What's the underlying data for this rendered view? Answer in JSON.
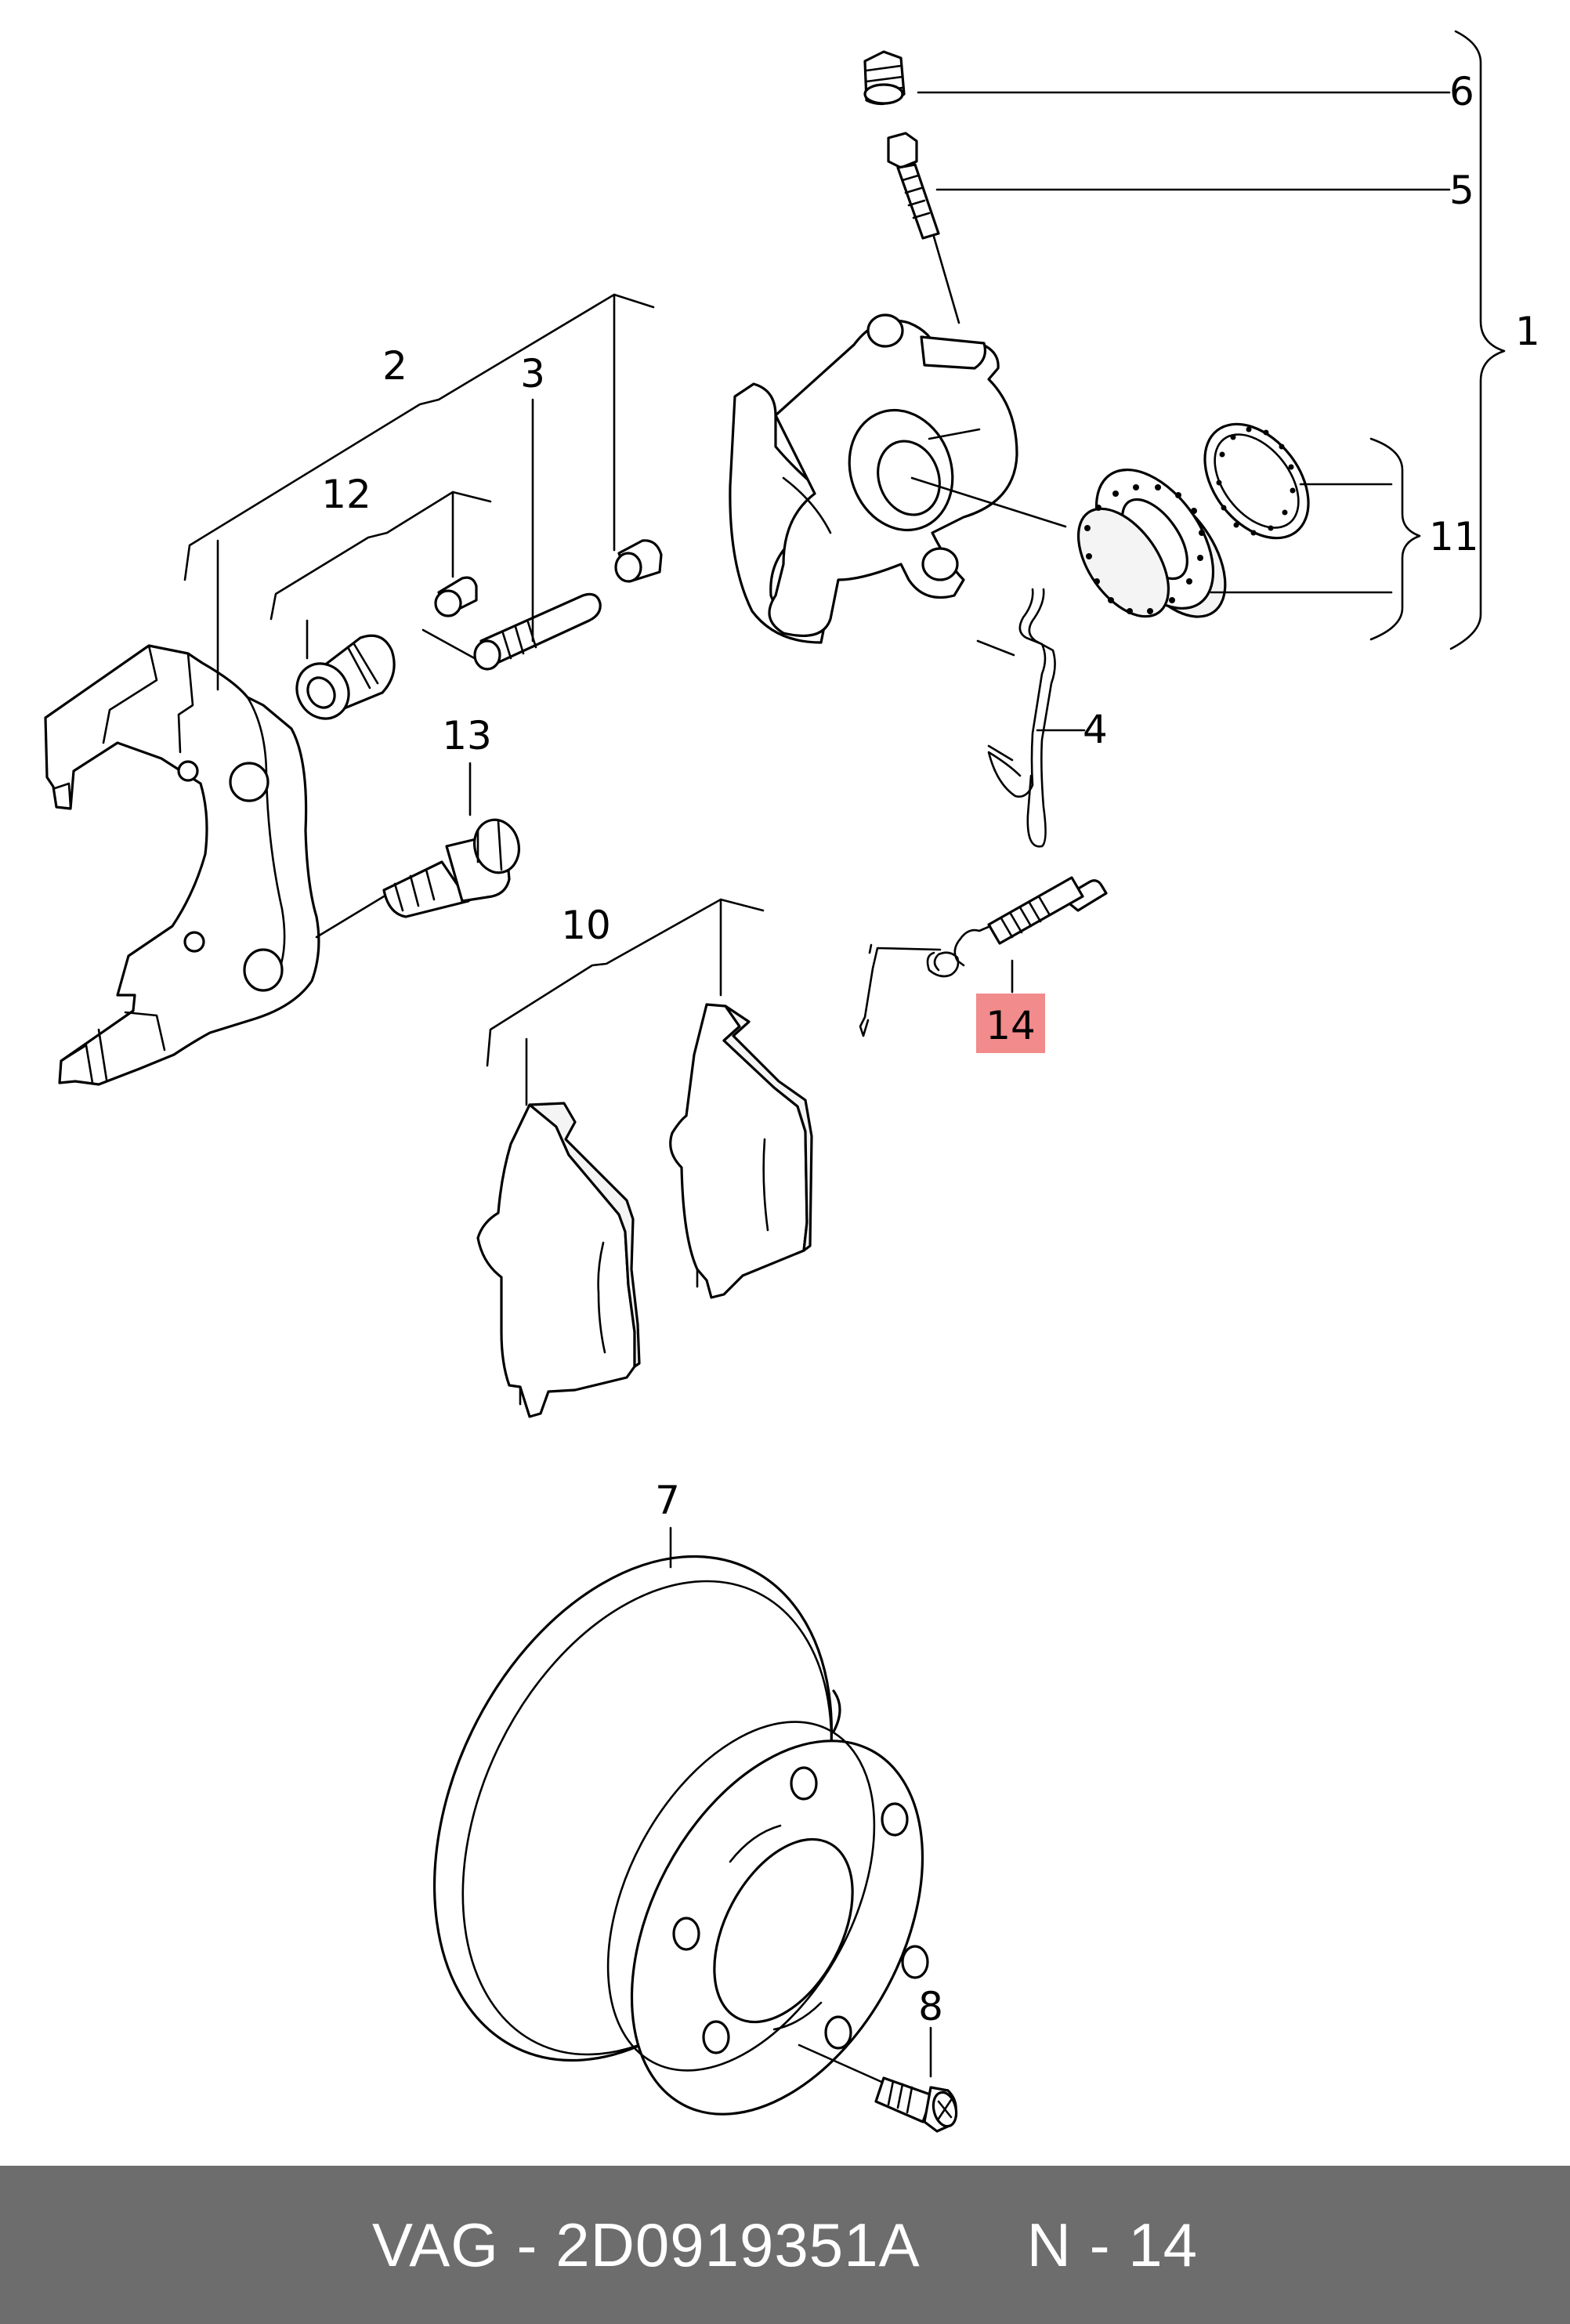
{
  "callouts": {
    "c1": "1",
    "c2": "2",
    "c3": "3",
    "c4": "4",
    "c5": "5",
    "c6": "6",
    "c7": "7",
    "c8": "8",
    "c10": "10",
    "c11": "11",
    "c12": "12",
    "c13": "13",
    "c14": "14"
  },
  "highlight": {
    "callout": "14",
    "color": "#f28b8b"
  },
  "footer": {
    "part_label": "VAG - 2D0919351A",
    "ref_label": "N - 14",
    "background": "#6d6d6d"
  }
}
